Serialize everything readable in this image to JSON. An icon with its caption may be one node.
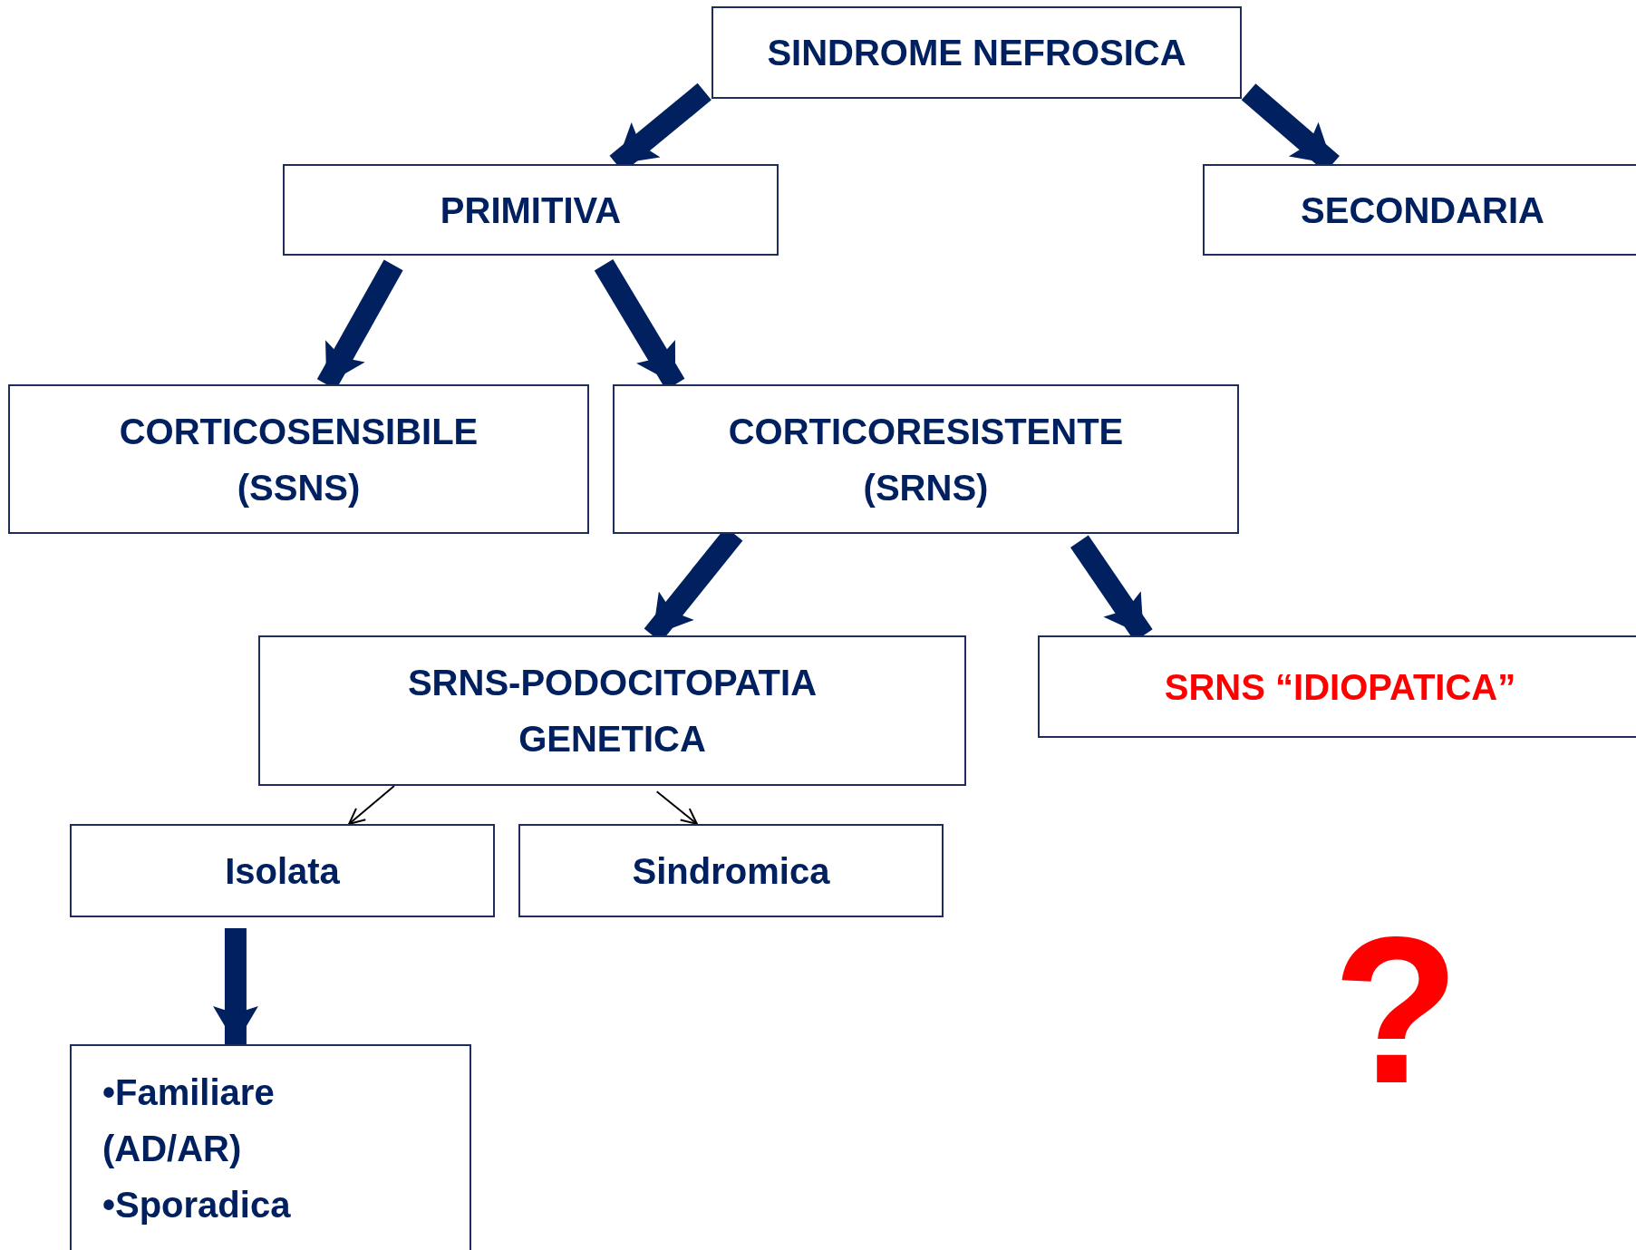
{
  "diagram": {
    "nodes": [
      {
        "text": [
          "SINDROME NEFROSICA"
        ]
      },
      {
        "text": [
          "PRIMITIVA"
        ]
      },
      {
        "text": [
          "SECONDARIA"
        ]
      },
      {
        "text": [
          "CORTICOSENSIBILE (SSNS)"
        ]
      },
      {
        "text": [
          "CORTICORESISTENTE (SRNS)"
        ]
      },
      {
        "text": [
          "SRNS-PODOCITOPATIA GENETICA"
        ]
      },
      {
        "text": [
          "SRNS “IDIOPATICA”"
        ]
      },
      {
        "text": [
          "Isolata"
        ]
      },
      {
        "text": [
          "Sindromica"
        ]
      },
      {
        "text": [
          "•Familiare (AD/AR)",
          "•Sporadica"
        ]
      }
    ],
    "edges": [
      {
        "from": 0,
        "to": 1,
        "arrow": "to"
      },
      {
        "from": 0,
        "to": 2,
        "arrow": "to"
      },
      {
        "from": 1,
        "to": 3,
        "arrow": "to"
      },
      {
        "from": 1,
        "to": 4,
        "arrow": "to"
      },
      {
        "from": 4,
        "to": 5,
        "arrow": "to"
      },
      {
        "from": 4,
        "to": 6,
        "arrow": "to"
      },
      {
        "from": 5,
        "to": 7,
        "arrow": "to",
        "color": "#000000"
      },
      {
        "from": 5,
        "to": 8,
        "arrow": "to",
        "color": "#000000"
      },
      {
        "from": 7,
        "to": 9,
        "arrow": "to"
      }
    ],
    "labels": [
      "?"
    ]
  }
}
